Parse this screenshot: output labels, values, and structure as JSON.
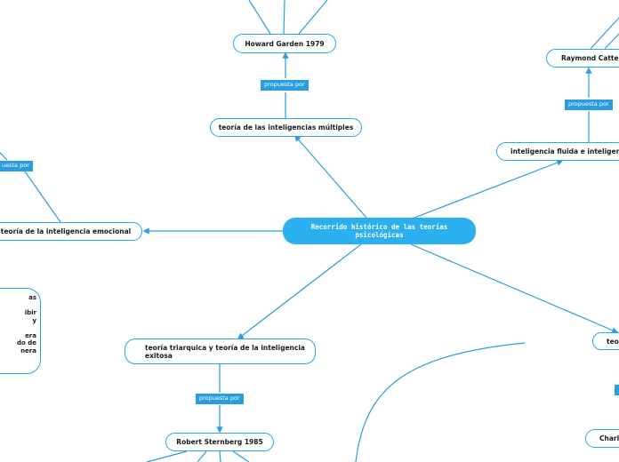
{
  "center": {
    "line1": "Recorrido histórico de las teorías",
    "line2": "psicológicas"
  },
  "nodes": {
    "howard": "Howard Garden 1979",
    "multiples": "teoría de las inteligencias múltiples",
    "raymond": "Raymond Cattell",
    "fluida": "inteligencia fluida e inteligencia",
    "emocional": "teoría de la inteligencia emocional",
    "triarquica_line1": "teoría triarquica y teoría de la inteligencia",
    "triarquica_line2": "exitosa",
    "sternberg": "Robert Sternberg 1985",
    "teor": "teor",
    "charl": "Charl"
  },
  "tags": {
    "tag_howard": "propuesta por",
    "tag_raymond": "propuesta por",
    "tag_emocional": "uesta por",
    "tag_sternberg": "propuesta por"
  },
  "note": {
    "lines": [
      "as",
      "",
      "ibir",
      "y",
      "",
      "era",
      "do de",
      "nera"
    ]
  },
  "colors": {
    "line": "#2a9de0",
    "center_fill": "#2ab0ee",
    "tag_fill": "#2a9de0"
  }
}
